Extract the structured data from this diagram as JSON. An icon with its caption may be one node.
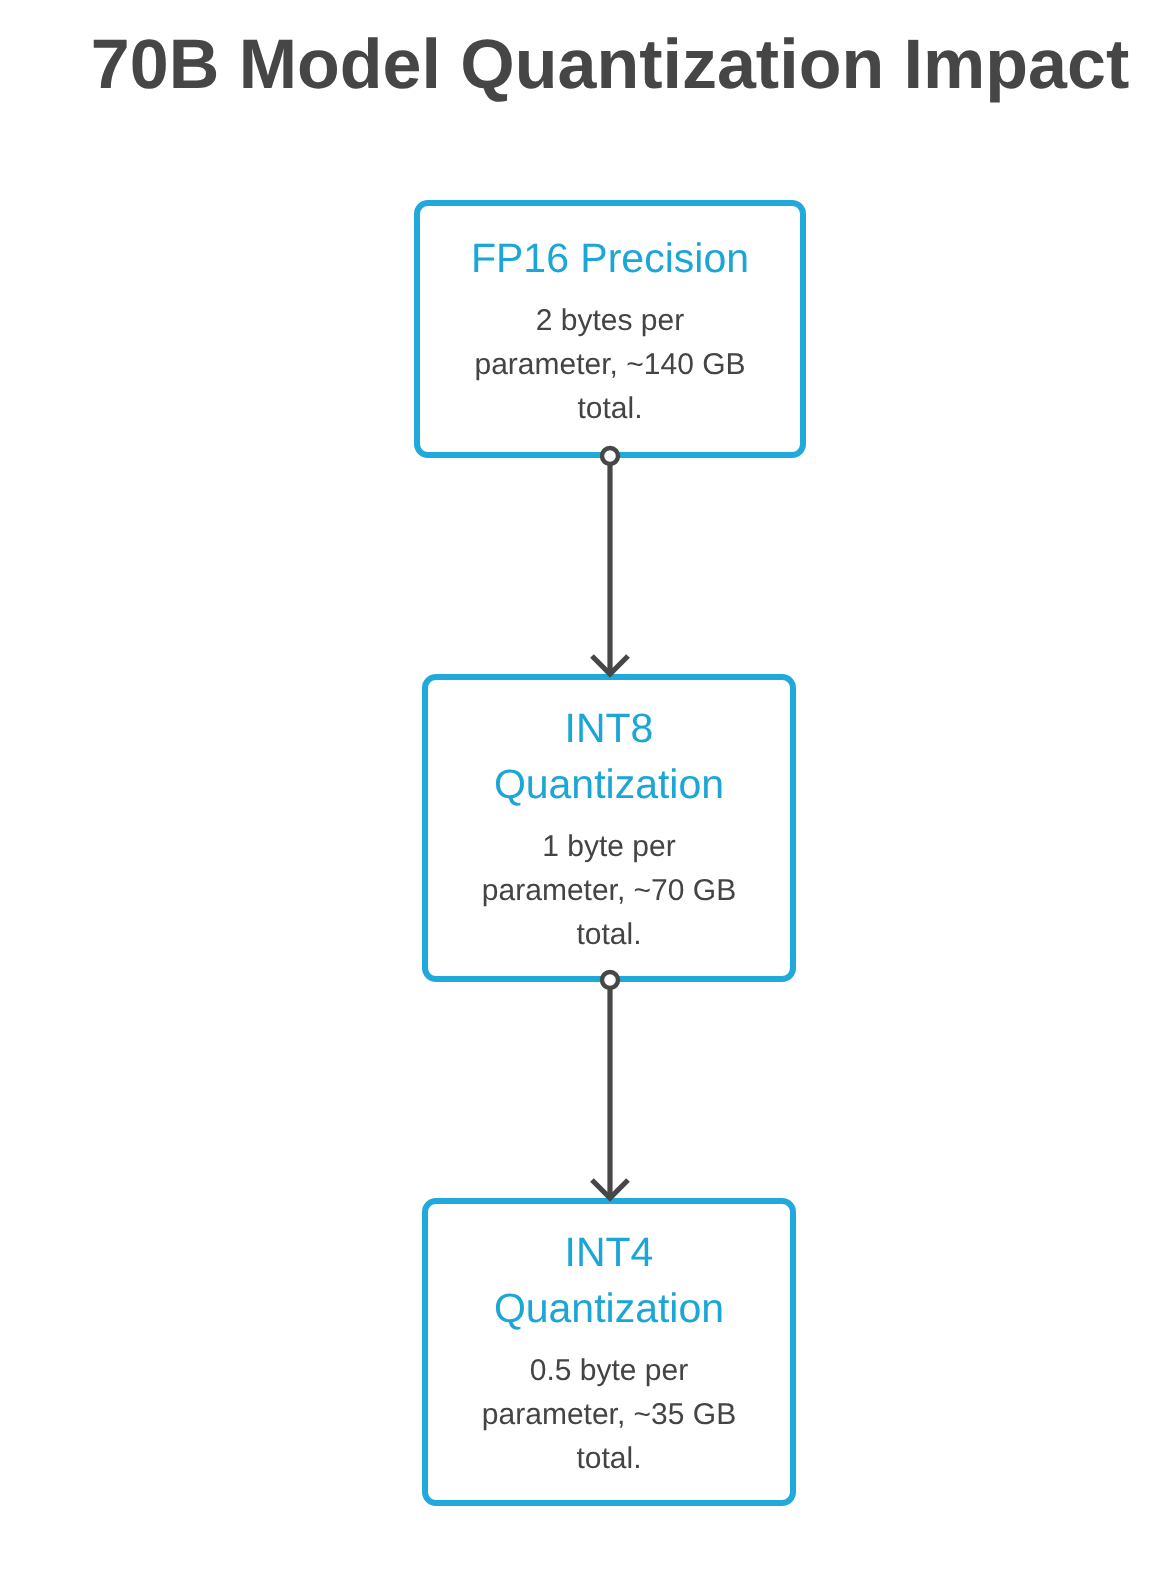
{
  "diagram": {
    "title": "70B Model Quantization Impact",
    "nodes": [
      {
        "text": [
          "FP16 Precision",
          "2 bytes per parameter, ~140 GB total."
        ]
      },
      {
        "text": [
          "INT8 Quantization",
          "1 byte per parameter, ~70 GB total."
        ]
      },
      {
        "text": [
          "INT4 Quantization",
          "0.5 byte per parameter, ~35 GB total."
        ]
      }
    ],
    "edges": [
      {
        "from": 0,
        "to": 1,
        "arrow": "to"
      },
      {
        "from": 1,
        "to": 2,
        "arrow": "to"
      }
    ]
  }
}
